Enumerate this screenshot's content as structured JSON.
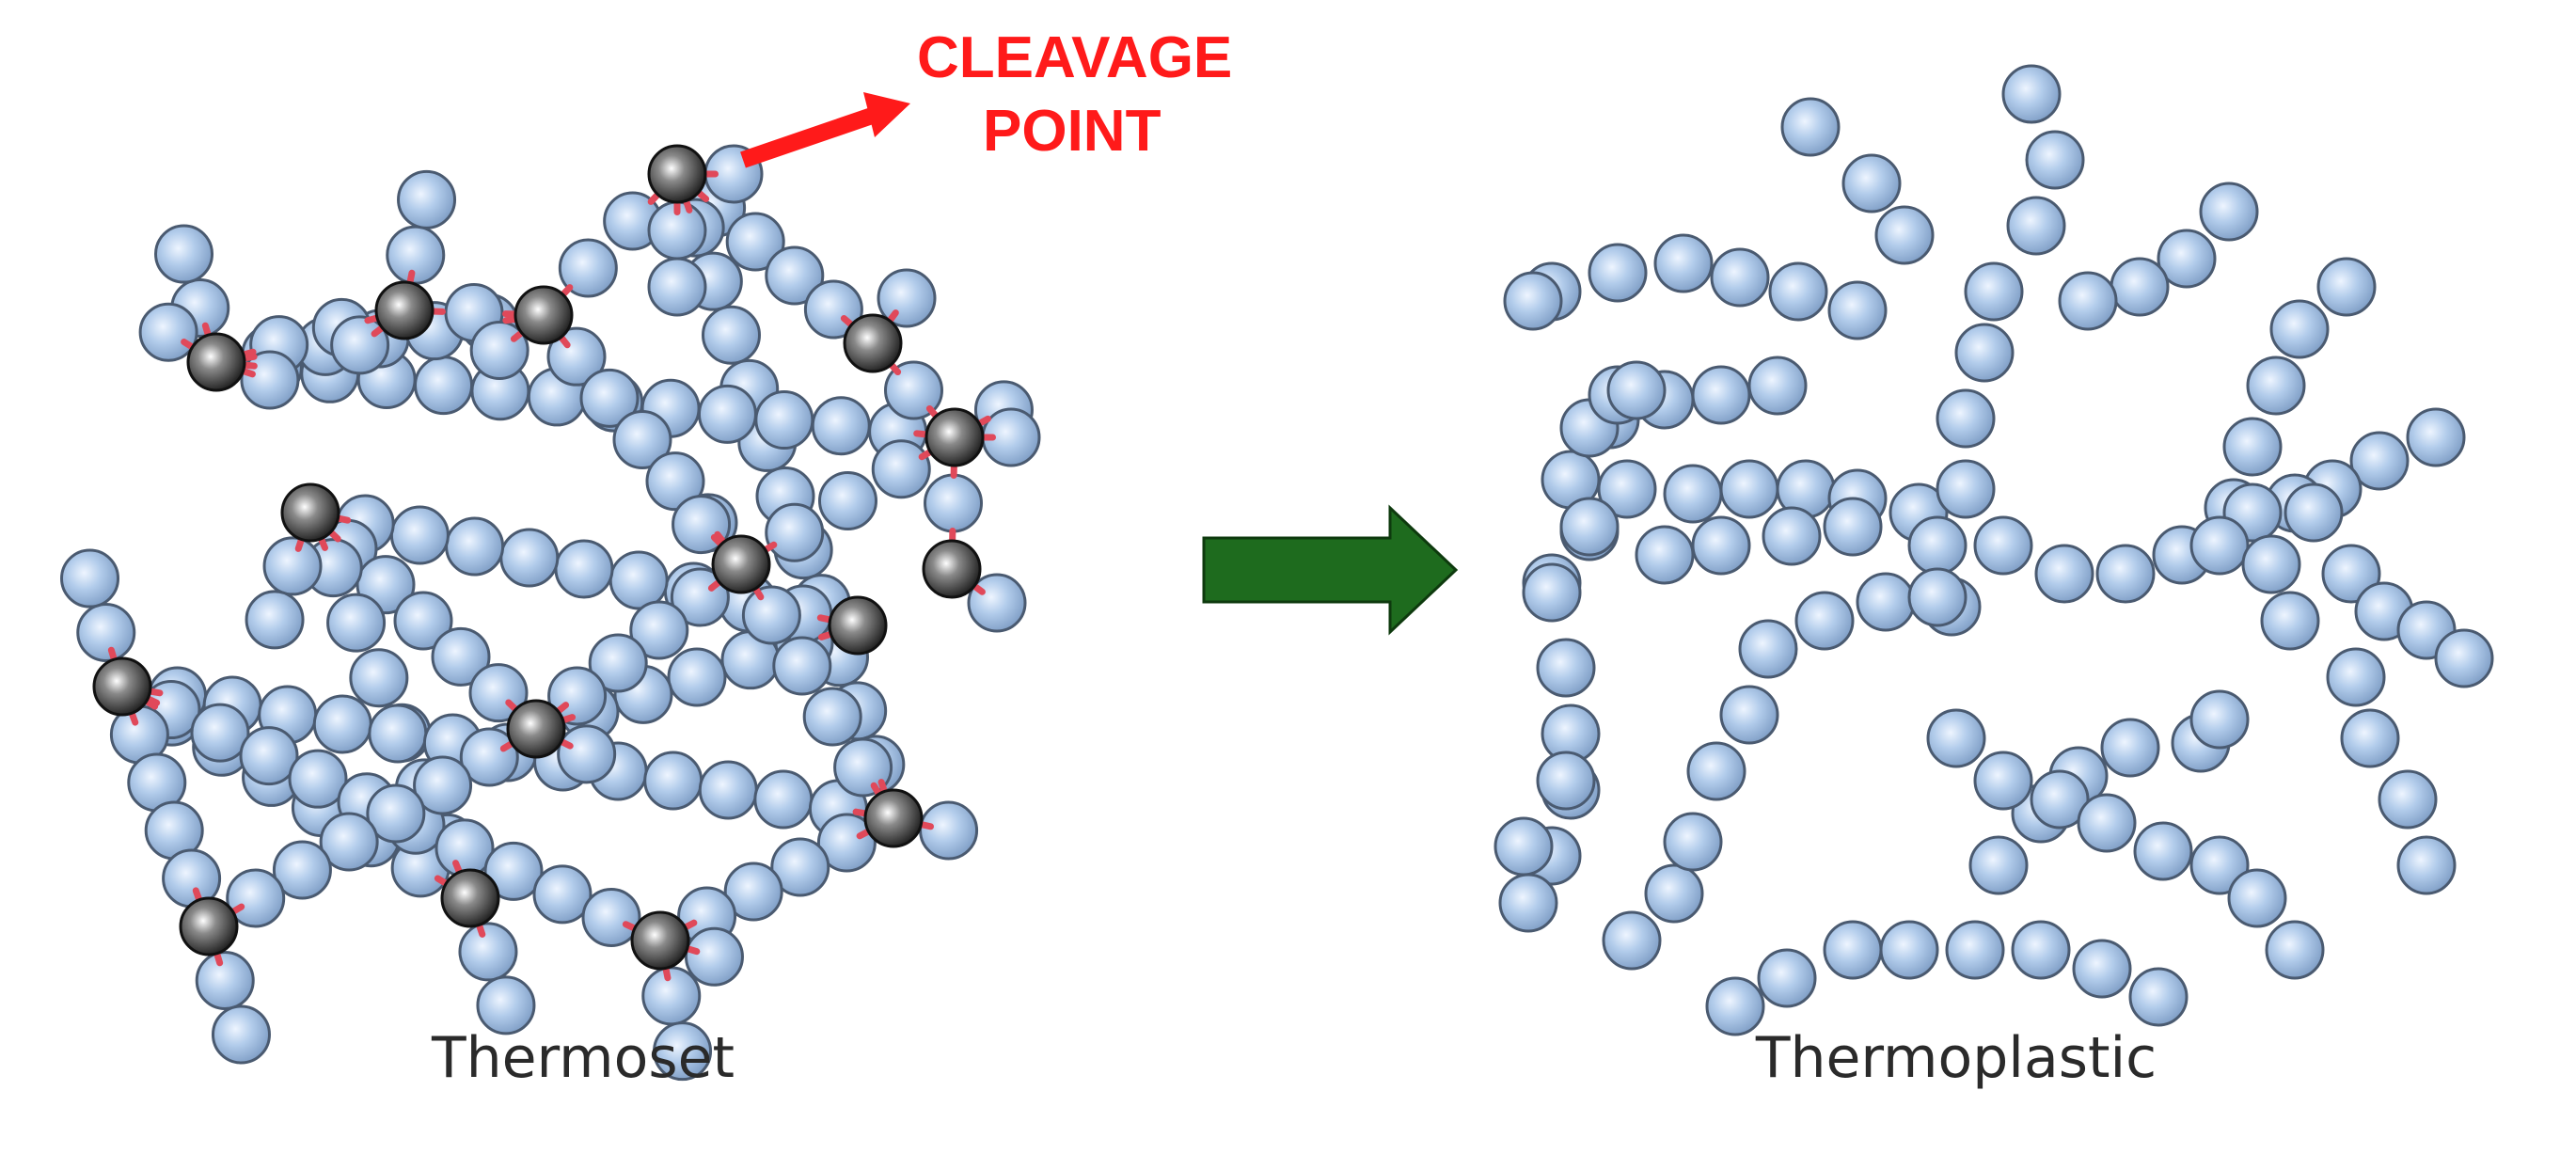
{
  "labels": {
    "left_caption": "Thermoset",
    "right_caption": "Thermoplastic",
    "cleavage_line1": "CLEAVAGE",
    "cleavage_line2": "POINT"
  },
  "colors": {
    "monomer_fill": "#a8c3e6",
    "monomer_stroke": "#4a5a70",
    "crosslink_fill": "#2b2b2b",
    "bond": "#e0495a",
    "cleavage_red": "#ff1a1a",
    "process_arrow": "#1e6b1e"
  },
  "icons": {
    "process_arrow": "right-arrow-icon",
    "cleavage_arrow": "pointer-arrow-icon"
  }
}
